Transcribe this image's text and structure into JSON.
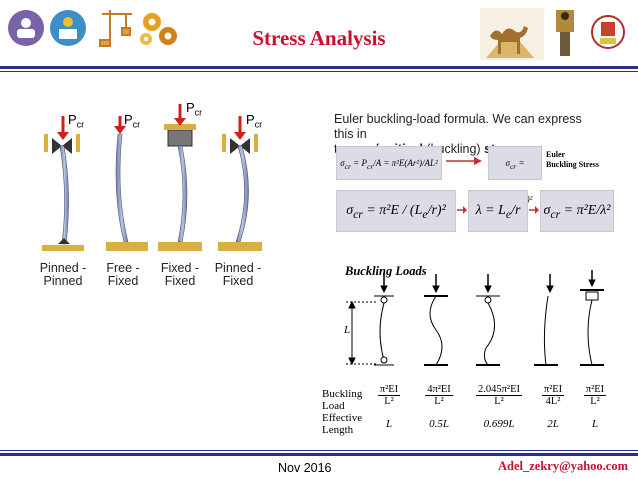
{
  "header": {
    "title": "Stress Analysis"
  },
  "columns": {
    "labels": [
      [
        "Pinned -",
        "Pinned"
      ],
      [
        "Free -",
        "Fixed"
      ],
      [
        "Fixed -",
        "Fixed"
      ],
      [
        "Pinned -",
        "Fixed"
      ]
    ],
    "load_symbol": "P",
    "load_subscript": "cr"
  },
  "euler": {
    "line1": "Euler buckling-load formula. We can express this in",
    "line2_prefix": "terms of ",
    "line2_bold": "critical",
    "line2_mid": " (buckling) ",
    "line2_bold2": "stress.",
    "side_label_1": "Euler",
    "side_label_2": "Buckling Stress"
  },
  "buckling_table": {
    "title": "Buckling Loads",
    "length_symbol": "L",
    "row1_label": [
      "Buckling",
      "Load"
    ],
    "row2_label": [
      "Effective",
      "Length"
    ],
    "loads": [
      {
        "num": "π²EI",
        "den": "L²"
      },
      {
        "num": "4π²EI",
        "den": "L²"
      },
      {
        "num": "2.045π²EI",
        "den": "L²"
      },
      {
        "num": "π²EI",
        "den": "4L²"
      },
      {
        "num": "π²EI",
        "den": "L²"
      }
    ],
    "lengths": [
      "L",
      "0.5L",
      "0.699L",
      "2L",
      "L"
    ]
  },
  "footer": {
    "date": "Nov 2016",
    "email": "Adel_zekry@yahoo.com"
  },
  "colors": {
    "title": "#c8102e",
    "rule": "#2a2e8c",
    "column": "#8a9ccc",
    "load_arrow": "#d0201a",
    "ground": "#b88a2a"
  }
}
